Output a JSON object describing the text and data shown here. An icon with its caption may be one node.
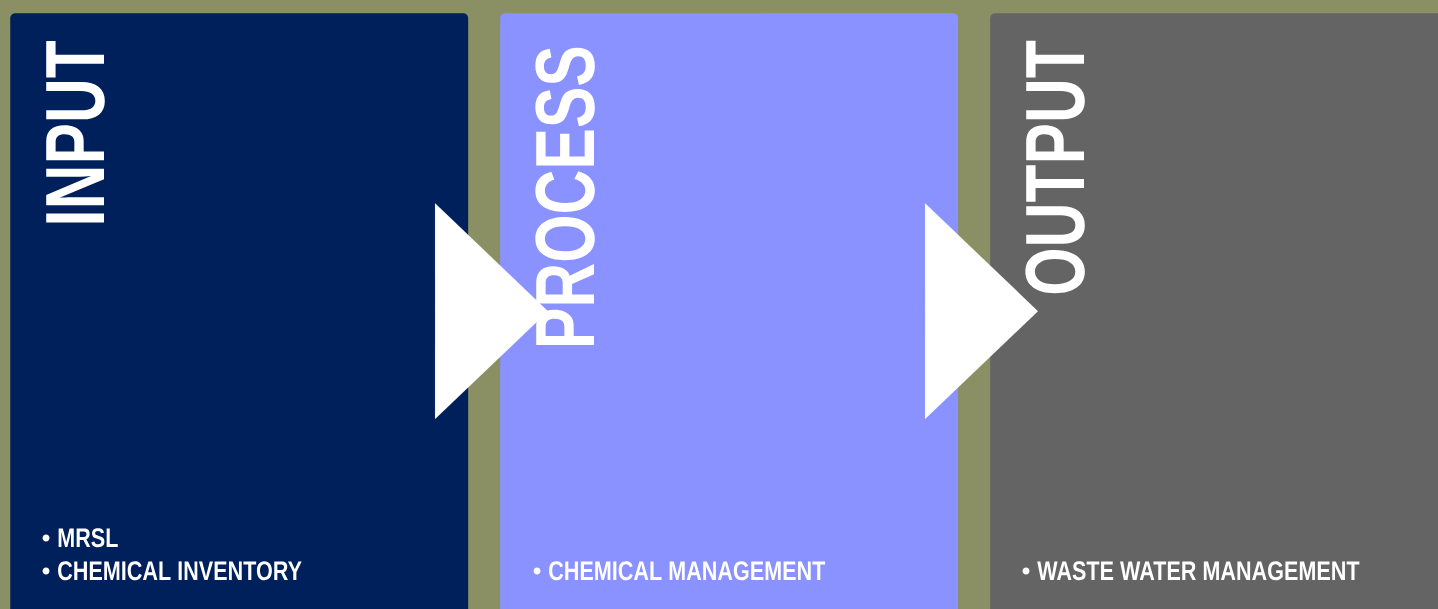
{
  "diagram": {
    "nodes": [
      {
        "text": [
          "INPUT",
          "MRSL",
          "CHEMICAL INVENTORY"
        ]
      },
      {
        "text": [
          "PROCESS",
          "CHEMICAL MANAGEMENT"
        ]
      },
      {
        "text": [
          "OUTPUT",
          "WASTE WATER MANAGEMENT"
        ]
      }
    ],
    "edges": [
      {
        "from": 0,
        "to": 1,
        "arrow": "to"
      },
      {
        "from": 1,
        "to": 2,
        "arrow": "to"
      }
    ]
  }
}
